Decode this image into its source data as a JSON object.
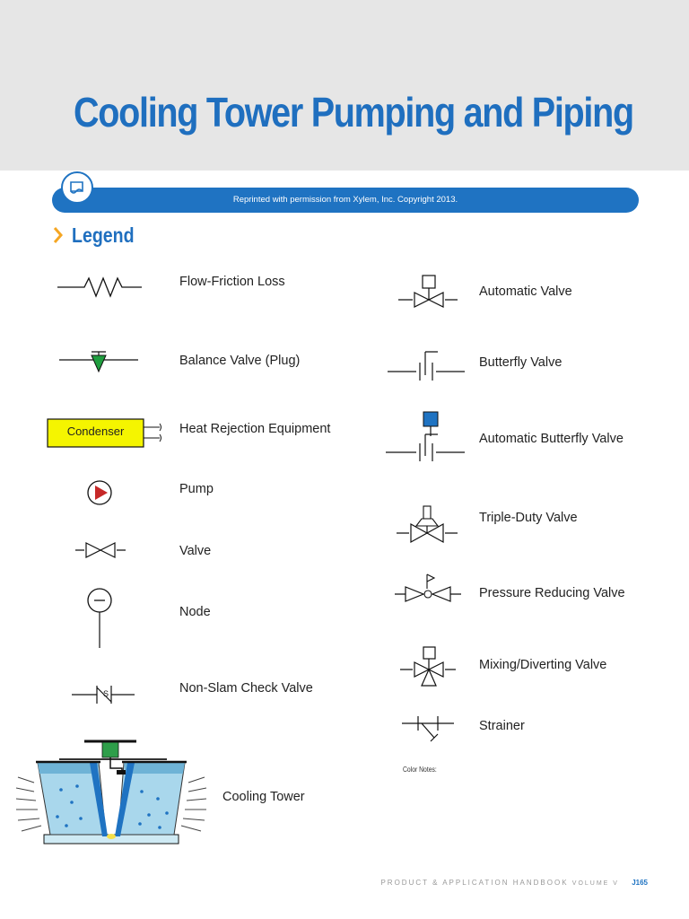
{
  "title": "Cooling Tower Pumping and Piping",
  "banner": "Reprinted with permission from Xylem, Inc. Copyright 2013.",
  "legend_title": "Legend",
  "left_items": [
    {
      "label": "Flow-Friction Loss",
      "icon": "flow-friction-loss-icon"
    },
    {
      "label": "Balance Valve (Plug)",
      "icon": "balance-valve-icon"
    },
    {
      "label": "Heat Rejection Equipment",
      "icon": "condenser-icon"
    },
    {
      "label": "Pump",
      "icon": "pump-icon"
    },
    {
      "label": "Valve",
      "icon": "valve-icon"
    },
    {
      "label": "Node",
      "icon": "node-icon"
    },
    {
      "label": "Non-Slam Check Valve",
      "icon": "check-valve-icon"
    },
    {
      "label": "Cooling Tower",
      "icon": "cooling-tower-icon"
    }
  ],
  "right_items": [
    {
      "label": "Automatic Valve",
      "icon": "automatic-valve-icon"
    },
    {
      "label": "Butterfly Valve",
      "icon": "butterfly-valve-icon"
    },
    {
      "label": "Automatic Butterfly Valve",
      "icon": "automatic-butterfly-valve-icon"
    },
    {
      "label": "Triple-Duty Valve",
      "icon": "triple-duty-valve-icon"
    },
    {
      "label": "Pressure Reducing Valve",
      "icon": "pressure-reducing-valve-icon"
    },
    {
      "label": "Mixing/Diverting Valve",
      "icon": "mixing-diverting-valve-icon"
    },
    {
      "label": "Strainer",
      "icon": "strainer-icon"
    }
  ],
  "condenser_label": "Condenser",
  "check_valve_letter": "S",
  "color_notes": "Color Notes:",
  "footer": {
    "text": "PRODUCT & APPLICATION HANDBOOK",
    "volume": "VOLUME V",
    "page": "J165"
  },
  "colors": {
    "brand_blue": "#1f73c2",
    "header_bg": "#e6e6e6",
    "condenser_yellow": "#f5f500",
    "pump_red": "#c62828",
    "valve_green": "#1f9e3f",
    "accent_orange": "#f5a623"
  }
}
